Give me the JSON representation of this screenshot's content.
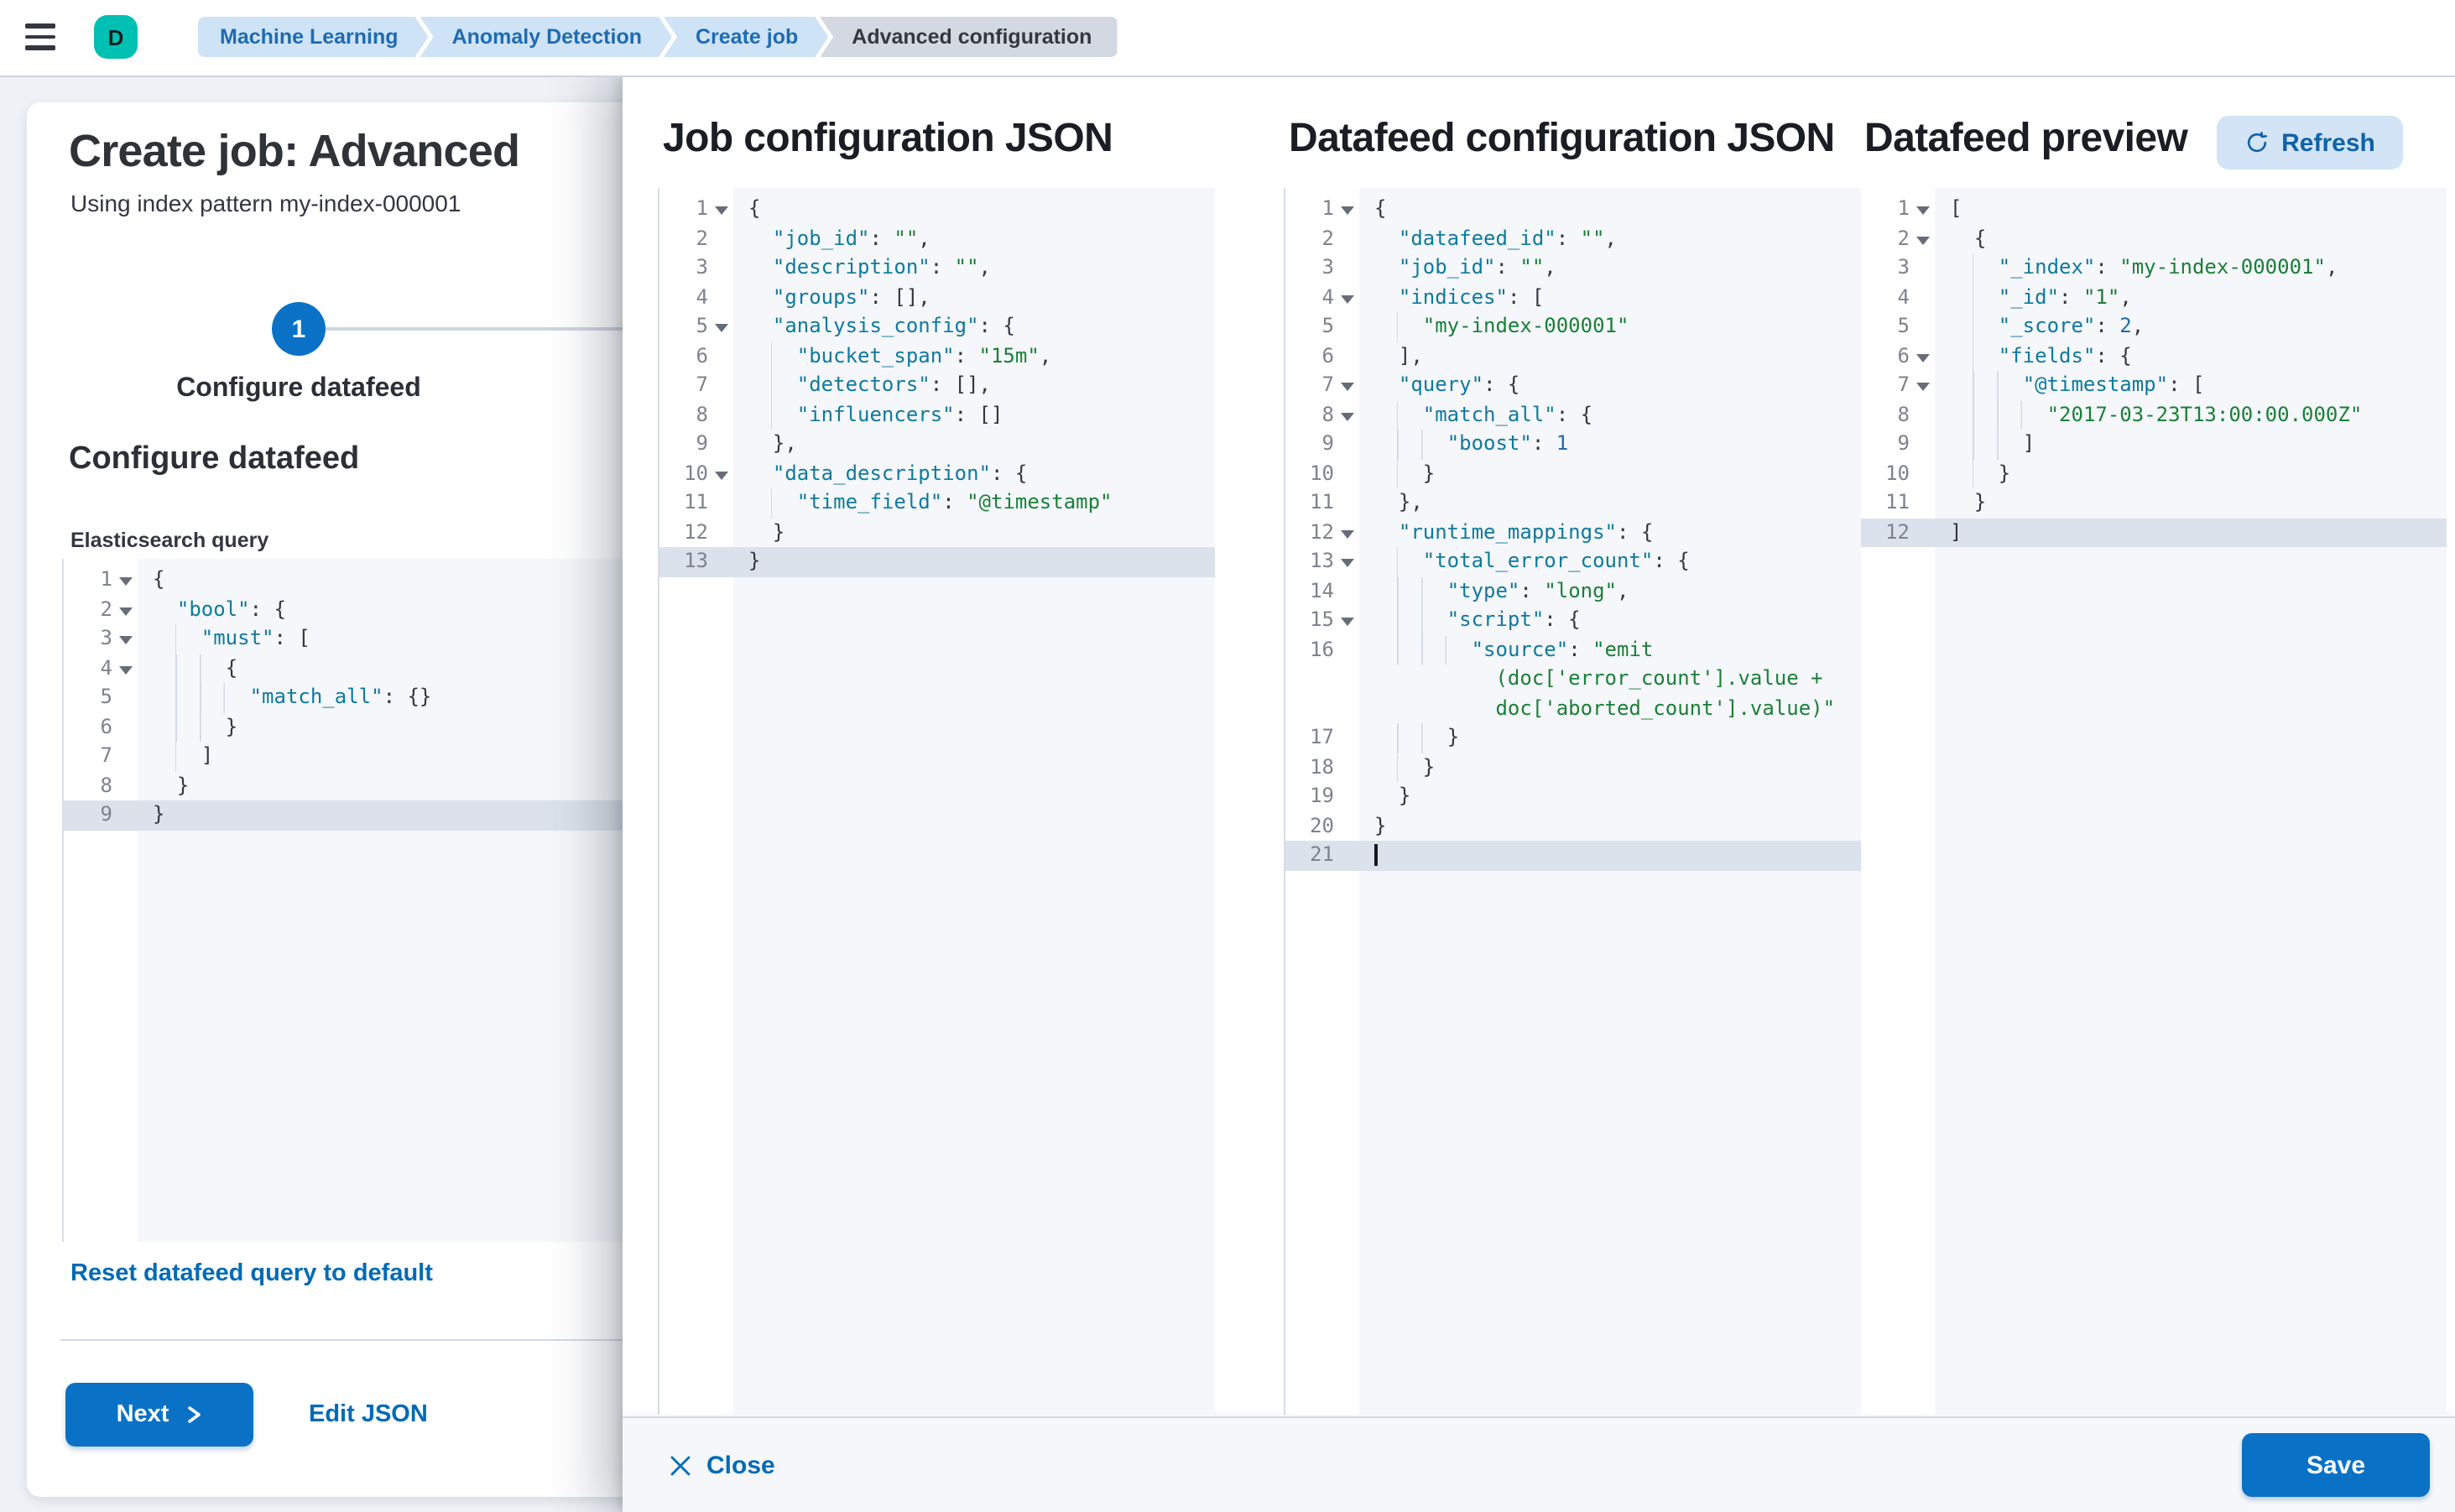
{
  "topbar": {
    "avatar_initial": "D",
    "breadcrumbs": [
      {
        "label": "Machine Learning",
        "current": false
      },
      {
        "label": "Anomaly Detection",
        "current": false
      },
      {
        "label": "Create job",
        "current": false
      },
      {
        "label": "Advanced configuration",
        "current": true
      }
    ]
  },
  "left_panel": {
    "title": "Create job: Advanced",
    "subtitle": "Using index pattern my-index-000001",
    "step": {
      "number": "1",
      "label": "Configure datafeed"
    },
    "section_heading": "Configure datafeed",
    "query_label": "Elasticsearch query",
    "reset_link": "Reset datafeed query to default",
    "next_button": "Next",
    "edit_json_link": "Edit JSON",
    "query_editor": {
      "lines": [
        [
          "1",
          "f",
          [
            [
              "p",
              "{"
            ]
          ]
        ],
        [
          "2",
          "f",
          [
            [
              "i",
              2
            ],
            [
              "k",
              "\"bool\""
            ],
            [
              "p",
              ": {"
            ]
          ]
        ],
        [
          "3",
          "f",
          [
            [
              "i",
              4
            ],
            [
              "k",
              "\"must\""
            ],
            [
              "p",
              ": ["
            ]
          ]
        ],
        [
          "4",
          "f",
          [
            [
              "i",
              6
            ],
            [
              "p",
              "{"
            ]
          ]
        ],
        [
          "5",
          "",
          [
            [
              "i",
              8
            ],
            [
              "k",
              "\"match_all\""
            ],
            [
              "p",
              ": {}"
            ]
          ]
        ],
        [
          "6",
          "",
          [
            [
              "i",
              6
            ],
            [
              "p",
              "}"
            ]
          ]
        ],
        [
          "7",
          "",
          [
            [
              "i",
              4
            ],
            [
              "p",
              "]"
            ]
          ]
        ],
        [
          "8",
          "",
          [
            [
              "i",
              2
            ],
            [
              "p",
              "}"
            ]
          ]
        ],
        [
          "9",
          "a",
          [
            [
              "p",
              "}"
            ]
          ]
        ]
      ]
    }
  },
  "flyout": {
    "job_editor": {
      "title": "Job configuration JSON",
      "lines": [
        [
          "1",
          "f",
          [
            [
              "p",
              "{"
            ]
          ]
        ],
        [
          "2",
          "",
          [
            [
              "i",
              2
            ],
            [
              "k",
              "\"job_id\""
            ],
            [
              "p",
              ": "
            ],
            [
              "s",
              "\"\""
            ],
            [
              "p",
              ","
            ]
          ]
        ],
        [
          "3",
          "",
          [
            [
              "i",
              2
            ],
            [
              "k",
              "\"description\""
            ],
            [
              "p",
              ": "
            ],
            [
              "s",
              "\"\""
            ],
            [
              "p",
              ","
            ]
          ]
        ],
        [
          "4",
          "",
          [
            [
              "i",
              2
            ],
            [
              "k",
              "\"groups\""
            ],
            [
              "p",
              ": [],"
            ]
          ]
        ],
        [
          "5",
          "f",
          [
            [
              "i",
              2
            ],
            [
              "k",
              "\"analysis_config\""
            ],
            [
              "p",
              ": {"
            ]
          ]
        ],
        [
          "6",
          "",
          [
            [
              "i",
              4
            ],
            [
              "k",
              "\"bucket_span\""
            ],
            [
              "p",
              ": "
            ],
            [
              "s",
              "\"15m\""
            ],
            [
              "p",
              ","
            ]
          ]
        ],
        [
          "7",
          "",
          [
            [
              "i",
              4
            ],
            [
              "k",
              "\"detectors\""
            ],
            [
              "p",
              ": [],"
            ]
          ]
        ],
        [
          "8",
          "",
          [
            [
              "i",
              4
            ],
            [
              "k",
              "\"influencers\""
            ],
            [
              "p",
              ": []"
            ]
          ]
        ],
        [
          "9",
          "",
          [
            [
              "i",
              2
            ],
            [
              "p",
              "},"
            ]
          ]
        ],
        [
          "10",
          "f",
          [
            [
              "i",
              2
            ],
            [
              "k",
              "\"data_description\""
            ],
            [
              "p",
              ": {"
            ]
          ]
        ],
        [
          "11",
          "",
          [
            [
              "i",
              4
            ],
            [
              "k",
              "\"time_field\""
            ],
            [
              "p",
              ": "
            ],
            [
              "s",
              "\"@timestamp\""
            ]
          ]
        ],
        [
          "12",
          "",
          [
            [
              "i",
              2
            ],
            [
              "p",
              "}"
            ]
          ]
        ],
        [
          "13",
          "a",
          [
            [
              "p",
              "}"
            ]
          ]
        ]
      ]
    },
    "datafeed_editor": {
      "title": "Datafeed configuration JSON",
      "lines": [
        [
          "1",
          "f",
          [
            [
              "p",
              "{"
            ]
          ]
        ],
        [
          "2",
          "",
          [
            [
              "i",
              2
            ],
            [
              "k",
              "\"datafeed_id\""
            ],
            [
              "p",
              ": "
            ],
            [
              "s",
              "\"\""
            ],
            [
              "p",
              ","
            ]
          ]
        ],
        [
          "3",
          "",
          [
            [
              "i",
              2
            ],
            [
              "k",
              "\"job_id\""
            ],
            [
              "p",
              ": "
            ],
            [
              "s",
              "\"\""
            ],
            [
              "p",
              ","
            ]
          ]
        ],
        [
          "4",
          "f",
          [
            [
              "i",
              2
            ],
            [
              "k",
              "\"indices\""
            ],
            [
              "p",
              ": ["
            ]
          ]
        ],
        [
          "5",
          "",
          [
            [
              "i",
              4
            ],
            [
              "s",
              "\"my-index-000001\""
            ]
          ]
        ],
        [
          "6",
          "",
          [
            [
              "i",
              2
            ],
            [
              "p",
              "],"
            ]
          ]
        ],
        [
          "7",
          "f",
          [
            [
              "i",
              2
            ],
            [
              "k",
              "\"query\""
            ],
            [
              "p",
              ": {"
            ]
          ]
        ],
        [
          "8",
          "f",
          [
            [
              "i",
              4
            ],
            [
              "k",
              "\"match_all\""
            ],
            [
              "p",
              ": {"
            ]
          ]
        ],
        [
          "9",
          "",
          [
            [
              "i",
              6
            ],
            [
              "k",
              "\"boost\""
            ],
            [
              "p",
              ": "
            ],
            [
              "n",
              "1"
            ]
          ]
        ],
        [
          "10",
          "",
          [
            [
              "i",
              4
            ],
            [
              "p",
              "}"
            ]
          ]
        ],
        [
          "11",
          "",
          [
            [
              "i",
              2
            ],
            [
              "p",
              "},"
            ]
          ]
        ],
        [
          "12",
          "f",
          [
            [
              "i",
              2
            ],
            [
              "k",
              "\"runtime_mappings\""
            ],
            [
              "p",
              ": {"
            ]
          ]
        ],
        [
          "13",
          "f",
          [
            [
              "i",
              4
            ],
            [
              "k",
              "\"total_error_count\""
            ],
            [
              "p",
              ": {"
            ]
          ]
        ],
        [
          "14",
          "",
          [
            [
              "i",
              6
            ],
            [
              "k",
              "\"type\""
            ],
            [
              "p",
              ": "
            ],
            [
              "s",
              "\"long\""
            ],
            [
              "p",
              ","
            ]
          ]
        ],
        [
          "15",
          "f",
          [
            [
              "i",
              6
            ],
            [
              "k",
              "\"script\""
            ],
            [
              "p",
              ": {"
            ]
          ]
        ],
        [
          "16",
          "",
          [
            [
              "i",
              8
            ],
            [
              "k",
              "\"source\""
            ],
            [
              "p",
              ": "
            ],
            [
              "s",
              "\"emit"
            ]
          ]
        ],
        [
          "",
          "",
          [
            [
              "w",
              10
            ],
            [
              "s",
              "(doc['error_count'].value +"
            ]
          ]
        ],
        [
          "",
          "",
          [
            [
              "w",
              10
            ],
            [
              "s",
              "doc['aborted_count'].value)\""
            ]
          ]
        ],
        [
          "17",
          "",
          [
            [
              "i",
              6
            ],
            [
              "p",
              "}"
            ]
          ]
        ],
        [
          "18",
          "",
          [
            [
              "i",
              4
            ],
            [
              "p",
              "}"
            ]
          ]
        ],
        [
          "19",
          "",
          [
            [
              "i",
              2
            ],
            [
              "p",
              "}"
            ]
          ]
        ],
        [
          "20",
          "",
          [
            [
              "p",
              "}"
            ]
          ]
        ],
        [
          "21",
          "ac",
          []
        ]
      ]
    },
    "preview": {
      "title": "Datafeed preview",
      "refresh_button": "Refresh",
      "lines": [
        [
          "1",
          "f",
          [
            [
              "p",
              "["
            ]
          ]
        ],
        [
          "2",
          "f",
          [
            [
              "i",
              2
            ],
            [
              "p",
              "{"
            ]
          ]
        ],
        [
          "3",
          "",
          [
            [
              "i",
              4
            ],
            [
              "k",
              "\"_index\""
            ],
            [
              "p",
              ": "
            ],
            [
              "s",
              "\"my-index-000001\""
            ],
            [
              "p",
              ","
            ]
          ]
        ],
        [
          "4",
          "",
          [
            [
              "i",
              4
            ],
            [
              "k",
              "\"_id\""
            ],
            [
              "p",
              ": "
            ],
            [
              "s",
              "\"1\""
            ],
            [
              "p",
              ","
            ]
          ]
        ],
        [
          "5",
          "",
          [
            [
              "i",
              4
            ],
            [
              "k",
              "\"_score\""
            ],
            [
              "p",
              ": "
            ],
            [
              "n",
              "2"
            ],
            [
              "p",
              ","
            ]
          ]
        ],
        [
          "6",
          "f",
          [
            [
              "i",
              4
            ],
            [
              "k",
              "\"fields\""
            ],
            [
              "p",
              ": {"
            ]
          ]
        ],
        [
          "7",
          "f",
          [
            [
              "i",
              6
            ],
            [
              "k",
              "\"@timestamp\""
            ],
            [
              "p",
              ": ["
            ]
          ]
        ],
        [
          "8",
          "",
          [
            [
              "i",
              8
            ],
            [
              "s",
              "\"2017-03-23T13:00:00.000Z\""
            ]
          ]
        ],
        [
          "9",
          "",
          [
            [
              "i",
              6
            ],
            [
              "p",
              "]"
            ]
          ]
        ],
        [
          "10",
          "",
          [
            [
              "i",
              4
            ],
            [
              "p",
              "}"
            ]
          ]
        ],
        [
          "11",
          "",
          [
            [
              "i",
              2
            ],
            [
              "p",
              "}"
            ]
          ]
        ],
        [
          "12",
          "a",
          [
            [
              "p",
              "]"
            ]
          ]
        ]
      ]
    },
    "footer": {
      "close_label": "Close",
      "save_label": "Save"
    }
  },
  "colors": {
    "primary": "#0a72c6",
    "link": "#006bb4",
    "avatar": "#00bfb3",
    "key": "#0f7a9d",
    "string": "#1a8038",
    "number": "#1b6fae",
    "punct": "#343741"
  }
}
